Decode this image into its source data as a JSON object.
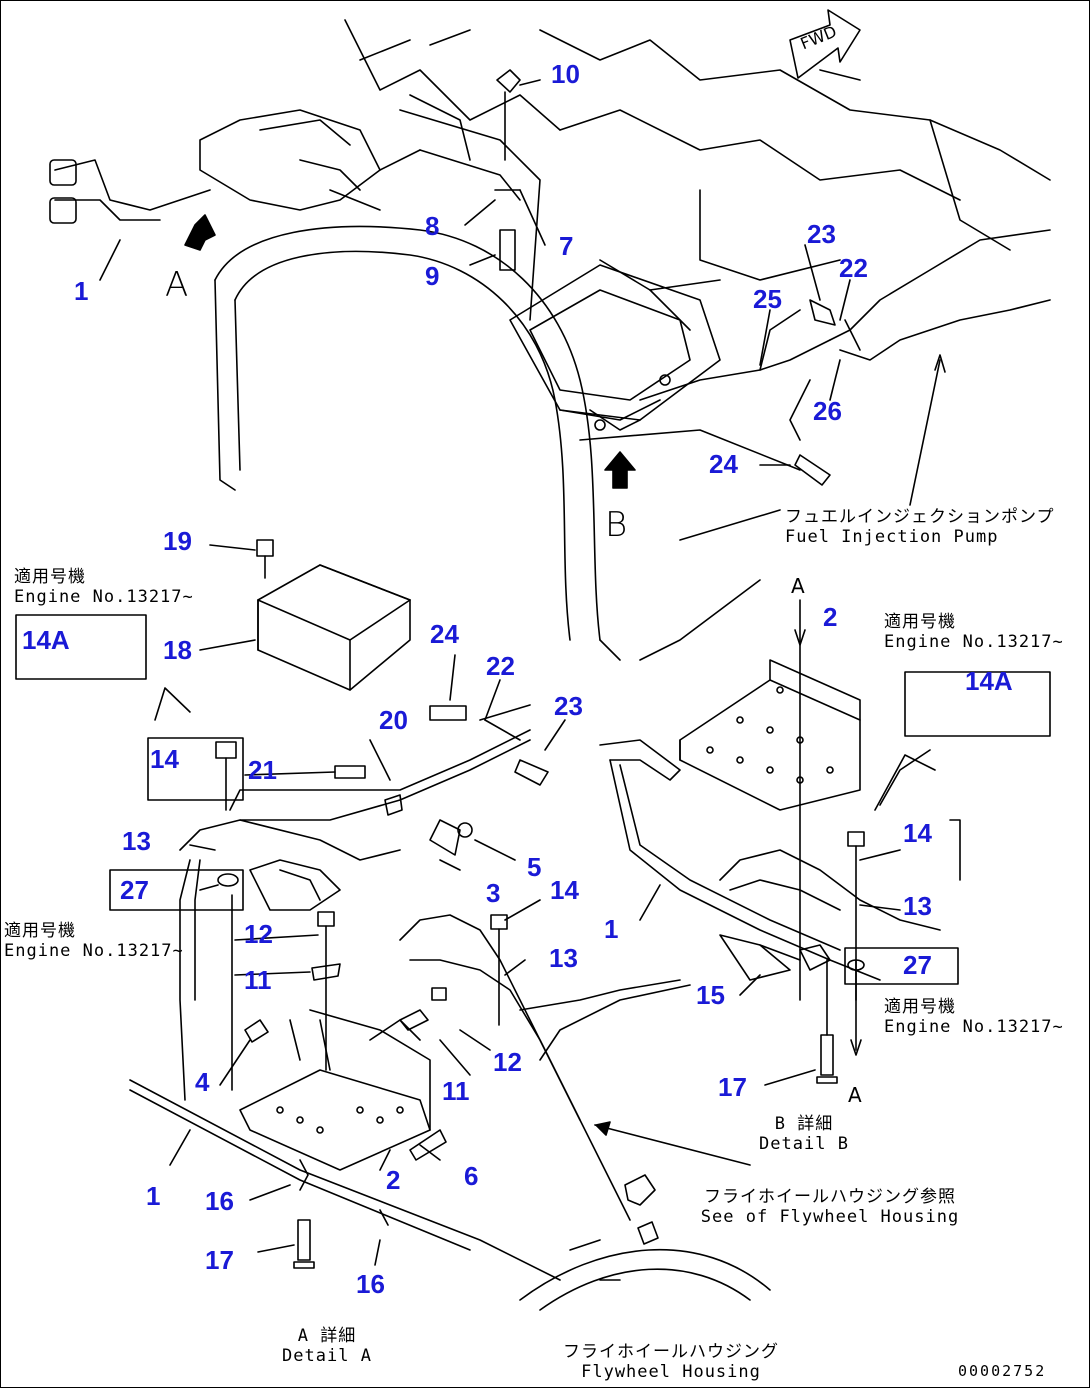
{
  "callouts": {
    "c1a": "1",
    "c1b": "1",
    "c1c": "1",
    "c2a": "2",
    "c2b": "2",
    "c3": "3",
    "c4": "4",
    "c5": "5",
    "c6": "6",
    "c7": "7",
    "c8": "8",
    "c9": "9",
    "c10": "10",
    "c11a": "11",
    "c11b": "11",
    "c12a": "12",
    "c12b": "12",
    "c13a": "13",
    "c13b": "13",
    "c13c": "13",
    "c14a": "14",
    "c14b": "14",
    "c14c": "14",
    "c14Aa": "14A",
    "c14Ab": "14A",
    "c15": "15",
    "c16a": "16",
    "c16b": "16",
    "c17a": "17",
    "c17b": "17",
    "c18": "18",
    "c19": "19",
    "c20": "20",
    "c21": "21",
    "c22a": "22",
    "c22b": "22",
    "c23a": "23",
    "c23b": "23",
    "c24a": "24",
    "c24b": "24",
    "c25": "25",
    "c26": "26",
    "c27a": "27",
    "c27b": "27"
  },
  "view_letters": {
    "a_main": "A",
    "b_main": "B",
    "a_top": "A",
    "a_bottom": "A"
  },
  "notes": {
    "applicable_1_jp": "適用号機",
    "applicable_1_en": "Engine No.13217~",
    "applicable_2_jp": "適用号機",
    "applicable_2_en": "Engine No.13217~",
    "applicable_3_jp": "適用号機",
    "applicable_3_en": "Engine No.13217~",
    "applicable_4_jp": "適用号機",
    "applicable_4_en": "Engine No.13217~",
    "fuel_pump_jp": "フュエルインジェクションポンプ",
    "fuel_pump_en": "Fuel Injection Pump",
    "detail_b_jp": "B 詳細",
    "detail_b_en": "Detail B",
    "detail_a_jp": "A 詳細",
    "detail_a_en": "Detail A",
    "see_flywheel_jp": "フライホイールハウジング参照",
    "see_flywheel_en": "See of Flywheel Housing",
    "flywheel_jp": "フライホイールハウジング",
    "flywheel_en": "Flywheel Housing",
    "fwd": "FWD"
  },
  "drawing_number": "00002752"
}
